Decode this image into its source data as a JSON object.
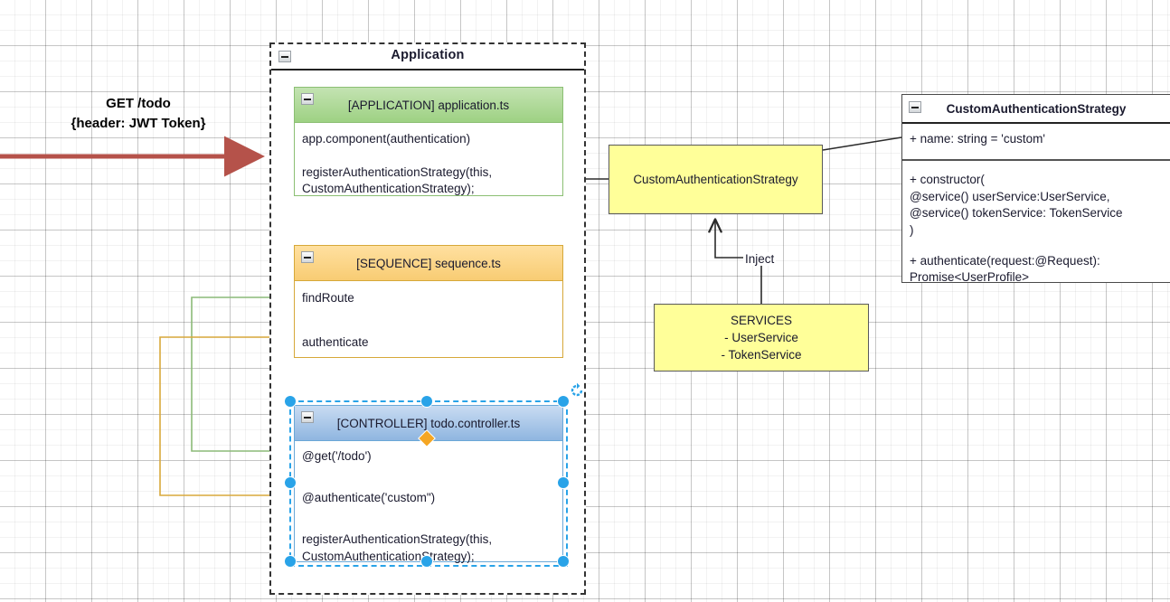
{
  "canvas": {
    "grid": true,
    "background": "#ffffff",
    "minor_grid_color": "#f0f0f0",
    "major_grid_color": "#c8c8c8"
  },
  "request": {
    "line1": "GET /todo",
    "line2": "{header: JWT Token}",
    "arrow_color": "#b5524a"
  },
  "container": {
    "title": "Application",
    "collapse_icon": "minus-icon"
  },
  "cards": {
    "application": {
      "title": "[APPLICATION] application.ts",
      "header_color": "#9ed183",
      "border_color": "#8bbf73",
      "rows": [
        "app.component(authentication)",
        "registerAuthenticationStrategy(this, CustomAuthenticationStrategy);"
      ],
      "row1": "app.component(authentication)",
      "row2_line1": "registerAuthenticationStrategy(this,",
      "row2_line2": "CustomAuthenticationStrategy);"
    },
    "sequence": {
      "title": "[SEQUENCE] sequence.ts",
      "header_color": "#f8cc73",
      "border_color": "#d6a839",
      "row1": "findRoute",
      "row2": "authenticate"
    },
    "controller": {
      "title": "[CONTROLLER] todo.controller.ts",
      "header_color": "#8fb6e0",
      "border_color": "#6aa8d8",
      "selected": true,
      "row1": "@get('/todo')",
      "row2": "@authenticate('custom\")",
      "row3_line1": "registerAuthenticationStrategy(this,",
      "row3_line2": "CustomAuthenticationStrategy);"
    }
  },
  "boxes": {
    "custom_auth_strategy": {
      "label": "CustomAuthenticationStrategy",
      "fill": "#ffff99",
      "border": "#59595a"
    },
    "services": {
      "line1": "SERVICES",
      "line2": "- UserService",
      "line3": "- TokenService",
      "fill": "#ffff99",
      "border": "#59595a"
    }
  },
  "connectors": {
    "inject_label": "Inject",
    "green_color": "#8cba78",
    "orange_color": "#d9a93c",
    "black_color": "#2b2b2b"
  },
  "class_box": {
    "title": "CustomAuthenticationStrategy",
    "collapse_icon": "minus-icon",
    "attributes": [
      "+ name: string = 'custom'"
    ],
    "attribute1": "+ name: string = 'custom'",
    "operations": {
      "constructor_line1": "+ constructor(",
      "constructor_line2": "@service() userService:UserService,",
      "constructor_line3": "@service() tokenService: TokenService",
      "constructor_line4": ")",
      "authenticate_line1": "+ authenticate(request:@Request):",
      "authenticate_line2": "Promise<UserProfile>"
    }
  }
}
